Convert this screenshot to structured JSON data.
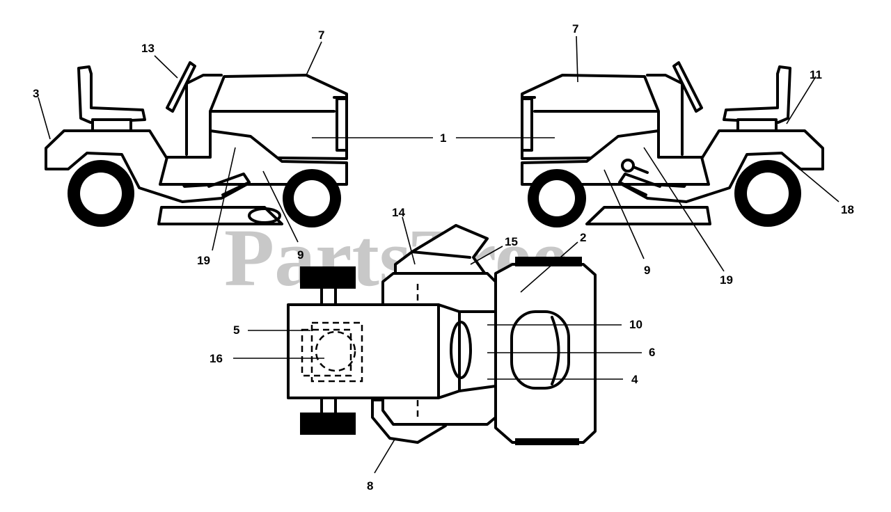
{
  "watermark": "PartsTree",
  "callouts": {
    "left_3": "3",
    "left_13": "13",
    "left_7": "7",
    "center_1": "1",
    "left_19": "19",
    "left_9": "9",
    "right_7": "7",
    "right_11": "11",
    "right_18": "18",
    "right_9": "9",
    "right_19": "19",
    "top_14": "14",
    "top_15": "15",
    "top_2": "2",
    "top_5": "5",
    "top_16": "16",
    "top_10": "10",
    "top_6": "6",
    "top_4": "4",
    "top_8": "8"
  }
}
